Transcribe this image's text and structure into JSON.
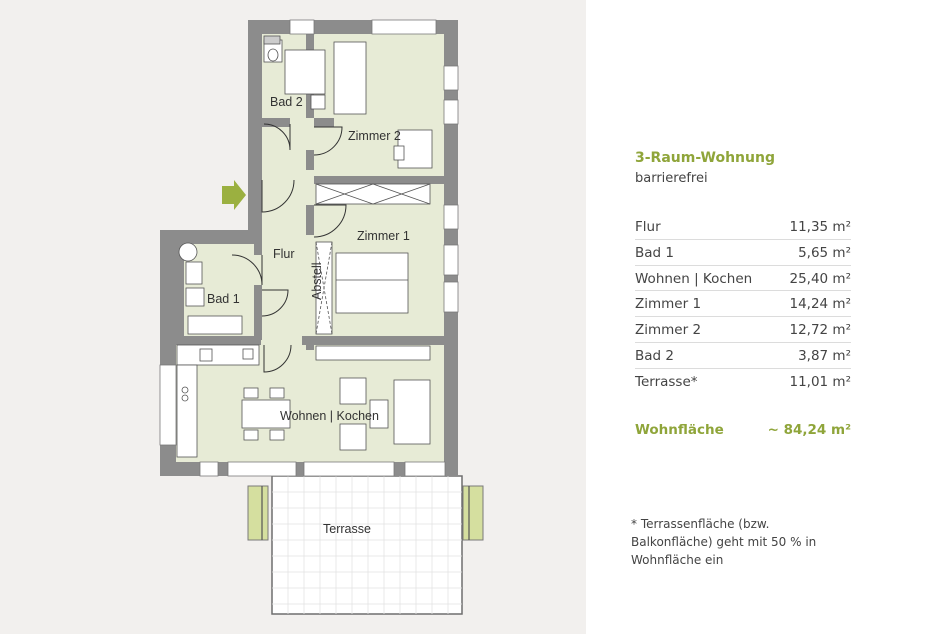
{
  "plan": {
    "labels": {
      "bad2": "Bad 2",
      "zimmer2": "Zimmer 2",
      "zimmer1": "Zimmer 1",
      "flur": "Flur",
      "bad1": "Bad 1",
      "abstell": "Abstell",
      "wohnen": "Wohnen | Kochen",
      "terrasse": "Terrasse"
    },
    "colors": {
      "floor": "#e7ebd6",
      "wall": "#8c8c8c",
      "terrace": "#ffffff",
      "entry_arrow": "#9bb040",
      "planter": "#d5df9f",
      "background": "#f2f0ee"
    },
    "icons": [
      "entry-arrow-icon"
    ]
  },
  "info": {
    "title": "3-Raum-Wohnung",
    "subtitle": "barrierefrei",
    "rooms": [
      {
        "name": "Flur",
        "area": "11,35 m²"
      },
      {
        "name": "Bad 1",
        "area": "5,65 m²"
      },
      {
        "name": "Wohnen | Kochen",
        "area": "25,40 m²"
      },
      {
        "name": "Zimmer 1",
        "area": "14,24 m²"
      },
      {
        "name": "Zimmer 2",
        "area": "12,72 m²"
      },
      {
        "name": "Bad 2",
        "area": "3,87 m²"
      },
      {
        "name": "Terrasse*",
        "area": "11,01 m²"
      }
    ],
    "total_label": "Wohnfläche",
    "total_value": "~ 84,24 m²",
    "footnote": "* Terrassenfläche (bzw. Balkonfläche) geht mit 50 % in Wohnfläche ein"
  }
}
